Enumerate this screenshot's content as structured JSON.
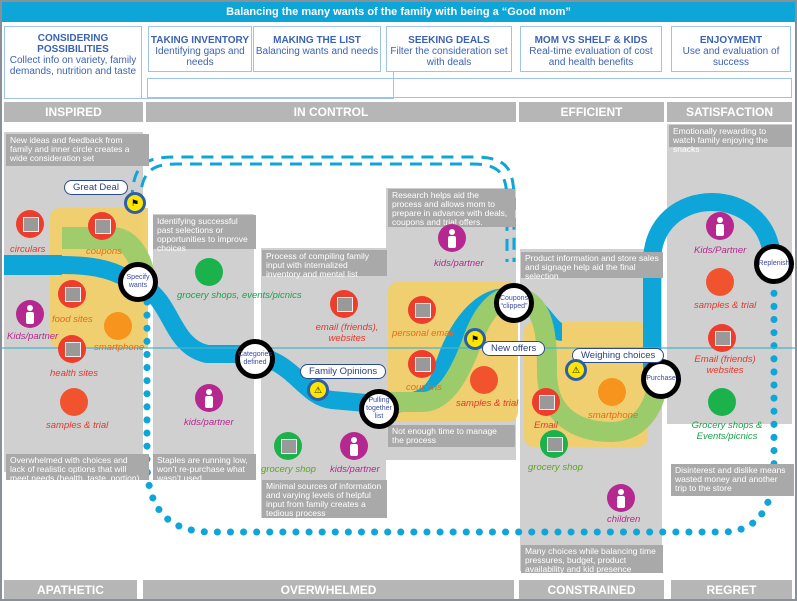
{
  "banner": "Balancing the many wants of the family with being a “Good mom”",
  "stages": [
    {
      "title": "CONSIDERING POSSIBILITIES",
      "desc": "Collect info on variety, family demands, nutrition and taste"
    },
    {
      "title": "TAKING INVENTORY",
      "desc": "Identifying gaps and needs"
    },
    {
      "title": "MAKING THE LIST",
      "desc": "Balancing wants and needs"
    },
    {
      "title": "SEEKING DEALS",
      "desc": "Filter the consideration set with deals"
    },
    {
      "title": "MOM VS SHELF & KIDS",
      "desc": "Real-time evaluation of cost and health benefits"
    },
    {
      "title": "ENJOYMENT",
      "desc": "Use and evaluation of success"
    }
  ],
  "top_emotions": [
    "INSPIRED",
    "IN CONTROL",
    "EFFICIENT",
    "SATISFACTION"
  ],
  "bottom_emotions": [
    "APATHETIC",
    "OVERWHELMED",
    "CONSTRAINED",
    "REGRET"
  ],
  "notes": {
    "inspired_top": "New ideas and feedback from family and inner circle creates a wide consideration set",
    "inspired_bottom": "Overwhelmed with choices and lack of realistic options that will meet needs (health, taste, portion)",
    "inventory_top": "Identifying successful past selections or opportunities to improve choices",
    "inventory_bottom": "Staples are running low, won’t re-purchase what wasn’t used.",
    "list_top": "Process of compiling family input with internalized inventory and mental list",
    "list_bottom": "Minimal sources of information and varying levels of helpful input from family creates a tedious process",
    "deals_top": "Research helps aid the process and allows mom to prepare in advance with deals, coupons and trial offers.",
    "deals_bottom": "Not enough time to manage the process",
    "shelf_top": "Product information and store sales and signage help aid the final selection",
    "shelf_bottom": "Many choices while balancing time pressures, budget, product availability and kid presence",
    "enjoy_top": "Emotionally rewarding to watch family enjoying the snacks",
    "enjoy_bottom": "Disinterest and dislike means wasted money and another trip to the store"
  },
  "touchpoints": {
    "circulars": "circulars",
    "coupons1": "coupons",
    "food_sites": "food sites",
    "kids_partner1": "Kids/partner",
    "smartphone1": "smartphone",
    "health_sites": "health sites",
    "samples1": "samples & trial",
    "grocery_events1": "grocery shops, events/picnics",
    "kids_partner2": "kids/partner",
    "email_friends1": "email (friends), websites",
    "grocery_shop1": "grocery shop",
    "kids_partner3": "kids/partner",
    "kids_partner4": "kids/partner",
    "personal_email": "personal email",
    "coupons2": "coupons",
    "samples2": "samples & trial",
    "email2": "Email",
    "smartphone2": "smartphone",
    "grocery_shop2": "grocery shop",
    "children": "children",
    "kids_partner5": "Kids/Partner",
    "samples3": "samples & trial",
    "email_friends2": "Email (friends) websites",
    "grocery_events2": "Grocery shops & Events/picnics"
  },
  "journey_nodes": [
    "Specify wants",
    "Categories defined",
    "Pulling together list",
    "Coupons “clipped”",
    "Purchase",
    "Replenish"
  ],
  "callouts": [
    "Great Deal",
    "Family Opinions",
    "New offers",
    "Weighing choices"
  ],
  "colors": {
    "accent_blue": "#0ea5d9",
    "stage_text": "#3b63b3",
    "panel_gray": "#d0d0d0",
    "note_gray": "#a9a9a9",
    "yellow": "#f0cf6a",
    "green_path": "#9ccb6b"
  }
}
